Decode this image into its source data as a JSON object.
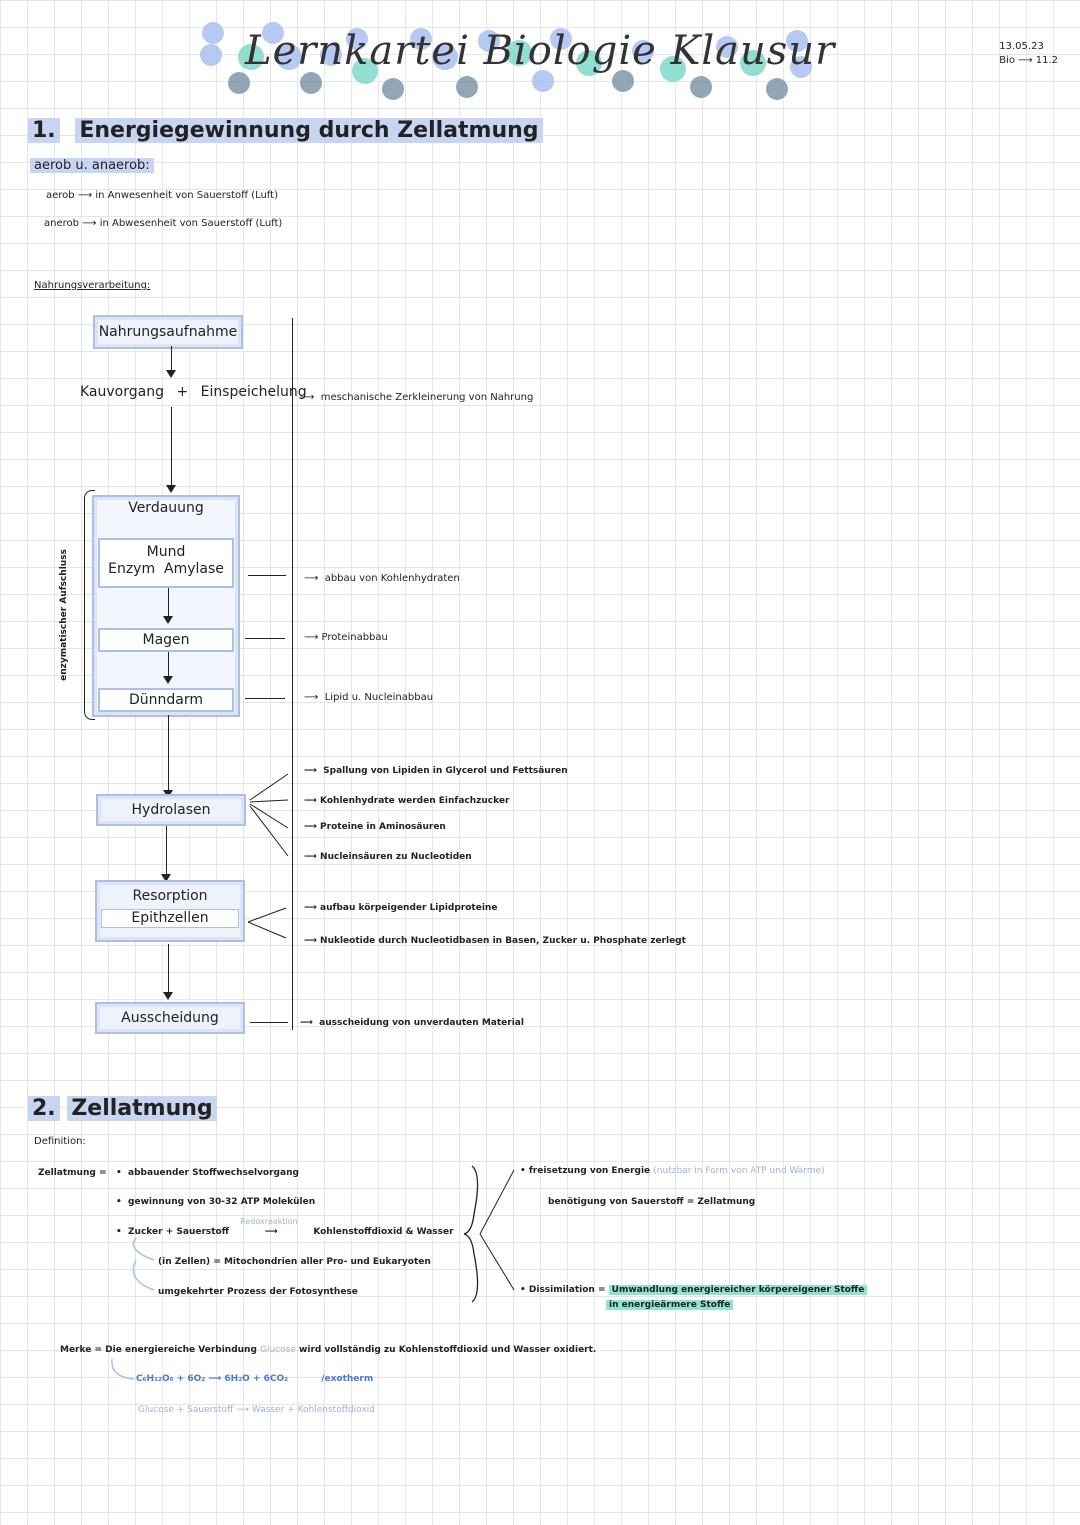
{
  "header": {
    "title": "Lernkartei Biologie Klausur",
    "date": "13.05.23",
    "course": "Bio ⟶ 11.2",
    "colors": {
      "dot_blue": "#a9bff0",
      "dot_teal": "#7fd8c9",
      "dot_gray": "#7f97a8"
    }
  },
  "section1": {
    "number": "1.",
    "title": "Energiegewinnung durch Zellatmung",
    "subtitle": "aerob u. anaerob:",
    "aerob_label": "aerob",
    "aerob_text": "in Anwesenheit von Sauerstoff (Luft)",
    "anaerob_label": "anerob",
    "anaerob_text": "in Abwesenheit von Sauerstoff (Luft)",
    "processing_label": "Nahrungsverarbeitung:",
    "steps": {
      "intake": "Nahrungsaufnahme",
      "chewing": "Kauvorgang",
      "plus": "+",
      "salivation": "Einspeichelung",
      "digestion": "Verdauung",
      "mouth": "Mund",
      "enzyme": "Enzym",
      "amylase": "Amylase",
      "stomach": "Magen",
      "small_intestine": "Dünndarm",
      "hydrolases": "Hydrolasen",
      "resorption": "Resorption",
      "epithelium": "Epithzellen",
      "excretion": "Ausscheidung"
    },
    "side_label": "enzymatischer Aufschluss",
    "notes": {
      "chewing": "meschanische Zerkleinerung von Nahrung",
      "mouth": "abbau von Kohlenhydraten",
      "stomach": "Proteinabbau",
      "small_intestine": "Lipid u. Nucleinabbau",
      "hydro1": "Spallung von Lipiden in Glycerol und Fettsäuren",
      "hydro2": "Kohlenhydrate werden Einfachzucker",
      "hydro3": "Proteine in Aminosäuren",
      "hydro4": "Nucleinsäuren zu Nucleotiden",
      "resorp1": "aufbau körpeigender Lipidproteine",
      "resorp2": "Nukleotide durch Nucleotidbasen in Basen, Zucker u. Phosphate zerlegt",
      "excretion": "ausscheidung von unverdauten Material"
    }
  },
  "section2": {
    "number": "2.",
    "title": "Zellatmung",
    "definition_label": "Definition:",
    "term": "Zellatmung =",
    "bullet1": "abbauender Stoffwechselvorgang",
    "bullet2": "gewinnung von 30-32 ATP Molekülen",
    "bullet3_a": "Zucker + Sauerstoff",
    "bullet3_label": "Redoxreaktion",
    "bullet3_b": "Kohlenstoffdioxid & Wasser",
    "sub1": "(in Zellen) = Mitochondrien aller Pro- und Eukaryoten",
    "sub2": "umgekehrter Prozess der Fotosynthese",
    "right1_a": "freisetzung von Energie",
    "right1_b": "(nutzbar in Form von ATP und Wärme)",
    "right2": "benötigung von Sauerstoff = Zellatmung",
    "right3_a": "Dissimilation =",
    "right3_b": "Umwandlung energiereicher körpereigener Stoffe",
    "right3_c": "in energieärmere Stoffe",
    "merke_label": "Merke =",
    "merke_a": "Die energiereiche Verbindung",
    "merke_glucose": "Glucose",
    "merke_b": "wird vollständig zu Kohlenstoffdioxid und Wasser oxidiert.",
    "formula_left": "C₆H₁₂O₆ + 6O₂",
    "formula_right": "6H₂O + 6CO₂",
    "formula_note": "/exotherm",
    "words_left": "Glucose + Sauerstoff",
    "words_right": "Wasser + Kohlenstoffdioxid"
  }
}
